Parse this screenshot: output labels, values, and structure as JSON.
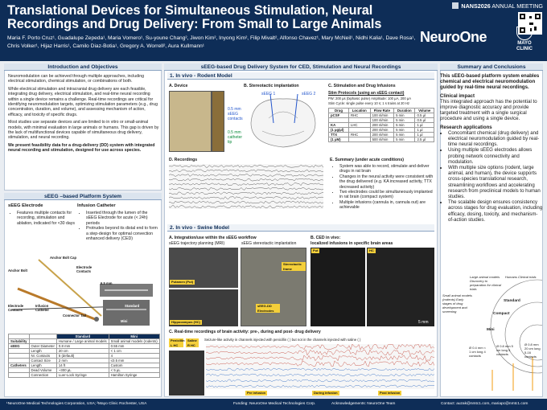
{
  "header": {
    "title": "Translational Devices for Simultaneous Stimulation, Neural Recordings and Drug Delivery: From Small to Large Animals",
    "authors": "Maria F. Porto Cruz¹, Guadalupe Zepeda¹, Maria Vomero¹, Su-youne Chang², Jiwon Kim², Inyong Kim², Filip Mivalt², Alfonso Chavez¹, Mary McNeil¹, Nidhi Kalia¹, Dave Rosa¹, Chris Volker¹, Hijaz Harris¹, Camilo Diaz-Botia¹, Gregory A. Worrell², Aura Kullmann¹",
    "meeting_bold": "NANS2026",
    "meeting_rest": " ANNUAL MEETING",
    "logo": "NeuroOne",
    "mayo_line1": "MAYO",
    "mayo_line2": "CLINIC"
  },
  "intro": {
    "heading": "Introduction and Objectives",
    "p1": "Neuromodulation can be achieved through multiple approaches, including electrical stimulation, chemical stimulation, or combinations of both.",
    "p2": "While electrical stimulation and intracranial drug delivery are each feasible, integrating drug delivery, electrical stimulation, and real-time neural recording within a single device remains a challenge. Real-time recordings are critical for identifying neuromodulation targets, optimizing stimulation parameters (e.g., drug concentration, duration, and volume), and assessing mechanism of action, efficacy, and toxicity of specific drugs.",
    "p3": "Most studies use separate devices and are limited to in vitro or small-animal models, with minimal evaluation in large animals or humans. This gap is driven by the lack of multifunctional devices capable of simultaneous drug delivery, stimulation, and neural recording.",
    "p4": "We present feasibility data for a drug-delivery (DD) system with integrated neural recording and stimulation, designed for use across species."
  },
  "system": {
    "heading": "sEEG –based Platform System",
    "electrode_title": "sEEG Electrode",
    "electrode_items": [
      "Features multiple contacts for recording, stimulation and ablation, indicated for <30 days"
    ],
    "catheter_title": "Infusion Catheter",
    "catheter_items": [
      "Inserted through the lumen of the sEEG Electrode for acute (< 24h) periods",
      "Protrudes beyond its distal end to form a step-design for optimal convection enhanced delivery (CED)"
    ],
    "labels": {
      "anchor_bolt": "Anchor Bolt",
      "anchor_cap": "Anchor Bolt Cap",
      "electrode_contacts": "Electrode Contacts",
      "connector_tail": "Connector Tail",
      "electrode_contacts2": "Electrode Contacts",
      "infusion_catheter": "Infusion Catheter",
      "scale": "6.5 mm",
      "standard": "Standard",
      "mini": "Mini"
    },
    "table": {
      "headers": [
        "",
        "",
        "Standard",
        "Mini"
      ],
      "rows": [
        [
          "Suitability",
          "",
          "Humane / Large animal models",
          "Small animal models (rodents)"
        ],
        [
          "sEEG",
          "Outer Diameter",
          "0.8 mm",
          "0.55 mm"
        ],
        [
          "",
          "Length",
          "20 cm",
          "< 1 cm"
        ],
        [
          "",
          "Nr. Contacts",
          "5 (default)",
          "4"
        ],
        [
          "",
          "Contact Size",
          "2 mm",
          "≤0.5 mm"
        ],
        [
          "Catheters",
          "Length",
          "14 ft",
          "Custom"
        ],
        [
          "",
          "Dead Volume",
          "~300 µL",
          "< 5 µL"
        ],
        [
          "",
          "Connection",
          "Luer-Lock Syringe",
          "Hamilton Syringe"
        ]
      ]
    }
  },
  "middle": {
    "heading": "sEEG-based Drug Delivery System for CED, Stimulation and Neural Recordings",
    "rodent_heading": "1. In vivo - Rodent Model",
    "a_device": "A. Device",
    "b_stereo": "B. Stereotactic implantation",
    "c_stim": "C. Stimulation and Drug Infusions",
    "stim_protocols": "Stim Protocols (using an sEEG contact)",
    "stim_line": "PW: 200 µs (biphasic pulse)   Amplitude: 100 µA, 200 µA",
    "stim_line2": "Stim Cycle: single pulse every 10 s; 1 s trains at 20 Hz",
    "label_a1": "0.5 mm sEEG contacts",
    "label_a2": "0.5 mm catheter tip",
    "label_b1": "sEEG 1",
    "label_b2": "sEEG 2",
    "drug_table": {
      "headers": [
        "Drug",
        "Location",
        "Flow Rate",
        "Duration",
        "Volume"
      ],
      "rows": [
        [
          "pCSF",
          "RHC",
          "100 nl/min",
          "5 min",
          "0.5 µl"
        ],
        [
          "",
          "",
          "100 nl/min",
          "5 min",
          "0.5 µl"
        ],
        [
          "KA",
          "LHC",
          "200 nl/min",
          "5 min",
          "1 µl"
        ],
        [
          "(1 µg/µl)",
          "",
          "200 nl/min",
          "5 min",
          "1 µl"
        ],
        [
          "TTX",
          "RHC",
          "200 nl/min",
          "5 min",
          "1 µl"
        ],
        [
          "(1 µM)",
          "",
          "500 nl/min",
          "5 min",
          "2.5 µl"
        ]
      ]
    },
    "d_records": "D. Recordings",
    "e_summary": "E. Summary (under acute conditions)",
    "summary_items": [
      "System was able to record, stimulate and deliver drugs in rat brain",
      "Changes in the neural activity were consistent with the drug delivered (e.g. KA increased activity, TTX decreased activity)",
      "Two electrodes could be simultaneously implanted in rat brain (compact system)",
      "Multiple infusions (cannula in, cannula out) are achievable"
    ],
    "swine_heading": "2. In vivo - Swine Model",
    "sa": "A. Integration/use within the sEEG workflow",
    "sa1": "sEEG trajectory planning (MRI)",
    "sa2": "sEEG stereotactic implantation",
    "sb": "B. CED in vivo:",
    "sb2": "localized infusions in specific brain areas",
    "put": "Putamen (Put)",
    "hippo": "Hippocampus (HC)",
    "stereo_frame": "Stereotactic frame",
    "seeg_dd": "sEEG-DD Electrodes",
    "put2": "Put",
    "hc2": "HC",
    "scale2": "5 mm",
    "sc": "C. Real-time recordings of brain activity: pre-, during and post- drug delivery",
    "penicillin": "Penicillin L HC",
    "saline": "Saline R HC",
    "seizure_note": "Seizure-like activity in channels injected with penicillin (     ) but not in the channels injected with saline (     )",
    "pre": "Pre infusion",
    "during": "During infusion",
    "post": "Post infusion"
  },
  "summary": {
    "heading": "Summary and Conclusions",
    "lead": "This sEEG-based platform system enables chemical and electrical neuromodulation guided by real-time neural recordings.",
    "clinical_title": "Clinical impact",
    "clinical_text": "This integrated approach has the potential to improve diagnostic accuracy and provide targeted treatment with a single surgical procedure and using a single device.",
    "research_title": "Research applications",
    "research_items": [
      "Concomitant chemical (drug delivery) and electrical neuromodulation guided by real-time neural recordings.",
      "Using multiple sEEG electrodes allows probing network connectivity and modulation.",
      "With multiple size options (rodent, large animal, and human), the device supports cross-species translational research, streamlining workflows and accelerating research from preclinical models to human studies.",
      "The scalable design ensures consistency across stages for drug evaluation, including efficacy, dosing, toxicity, and mechanism-of-action studies."
    ],
    "diagram": {
      "large_models": "Large animal models Discovery to preparation for clinical trials",
      "humans": "Humans Clinical trials",
      "small_models": "Small animal models (rodents) Early stages of drug development and screening",
      "standard": "Standard",
      "compact": "Compact",
      "mini": "Mini",
      "d1": "Ø 0.4 mm < 1 cm long 4 contacts",
      "d2": "Ø 0.8 mm 5 cm long 5 contacts",
      "d3": "Ø 0.8 mm 20 cm long 5-16 contacts"
    }
  },
  "footer": {
    "affiliations": "¹NeuroOne Medical Technologies Corporation, USA; ²Mayo Clinic Rochester, USA",
    "funding": "Funding: NeuroOne Medical Technologies Corp.",
    "ack": "Acknowledgements: NeuroOne Team",
    "contact": "Contact: auzak@nmtc1.com, mariapc@nmtc1.com"
  },
  "colors": {
    "navy": "#0e2d57",
    "accent": "#f4cf3a"
  }
}
